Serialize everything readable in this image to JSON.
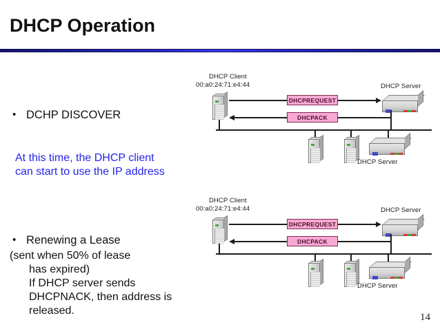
{
  "slide": {
    "title": "DHCP Operation",
    "page_number": "14",
    "accent_color": "#2b2bd6",
    "note_color": "#2424e8"
  },
  "bullets": [
    {
      "marker": "•",
      "label": "DCHP DISCOVER"
    },
    {
      "marker": "•",
      "label": "Renewing a Lease"
    }
  ],
  "notes": {
    "lease_start": "At this time, the DHCP client can start to use the IP address",
    "sent_when": "(sent when 50% of lease",
    "sent_when_cont": "has expired)",
    "nack": "If DHCP server sends DHCPNACK, then address is released."
  },
  "diagrams": [
    {
      "name": "dhcp-request-ack-top",
      "client_label": "DHCP Client",
      "client_mac": "00:a0:24:71:e4:44",
      "server_label_right": "DHCP Server",
      "server_label_bottom": "DHCP Server",
      "messages": [
        {
          "text": "DHCPREQUEST",
          "direction": "right",
          "color": "#f9a8d4"
        },
        {
          "text": "DHCPACK",
          "direction": "left",
          "color": "#f9a8d4"
        }
      ],
      "nodes": [
        {
          "type": "pc-icon",
          "role": "client"
        },
        {
          "type": "router-icon",
          "role": "server-right"
        },
        {
          "type": "pc-icon",
          "role": "host-1"
        },
        {
          "type": "pc-icon",
          "role": "host-2"
        },
        {
          "type": "router-icon",
          "role": "server-bottom"
        }
      ]
    },
    {
      "name": "dhcp-request-ack-bottom",
      "client_label": "DHCP Client",
      "client_mac": "00:a0:24:71:e4:44",
      "server_label_right": "DHCP Server",
      "server_label_bottom": "DHCP Server",
      "messages": [
        {
          "text": "DHCPREQUEST",
          "direction": "right",
          "color": "#f9a8d4"
        },
        {
          "text": "DHCPACK",
          "direction": "left",
          "color": "#f9a8d4"
        }
      ],
      "nodes": [
        {
          "type": "pc-icon",
          "role": "client"
        },
        {
          "type": "router-icon",
          "role": "server-right"
        },
        {
          "type": "pc-icon",
          "role": "host-1"
        },
        {
          "type": "pc-icon",
          "role": "host-2"
        },
        {
          "type": "router-icon",
          "role": "server-bottom"
        }
      ]
    }
  ]
}
